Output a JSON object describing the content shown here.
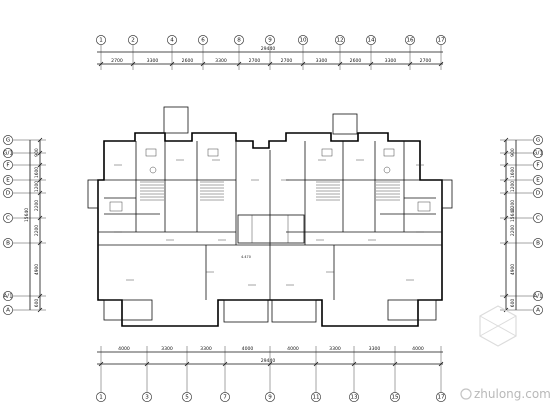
{
  "top_axes": [
    "1",
    "2",
    "4",
    "6",
    "8",
    "9",
    "10",
    "12",
    "14",
    "16",
    "17"
  ],
  "bottom_axes": [
    "1",
    "3",
    "5",
    "7",
    "9",
    "11",
    "13",
    "15",
    "17"
  ],
  "left_axes": [
    "G",
    "G/1",
    "F",
    "E",
    "D",
    "C",
    "B",
    "A/1",
    "A"
  ],
  "right_axes": [
    "G",
    "G/1",
    "F",
    "E",
    "D",
    "C",
    "B",
    "A/1",
    "A"
  ],
  "top_dims": [
    "2700",
    "3300",
    "2600",
    "3300",
    "2700",
    "2700",
    "3300",
    "2600",
    "3300",
    "2700"
  ],
  "top_total": "29440",
  "bottom_dims": [
    "4000",
    "3300",
    "3300",
    "4000",
    "4000",
    "3300",
    "3300",
    "4000"
  ],
  "bottom_total": "29440",
  "left_dims": [
    "900",
    "1600",
    "1200",
    "2200",
    "2200",
    "4900",
    "600"
  ],
  "left_total": "15640",
  "right_dims": [
    "900",
    "1600",
    "1200",
    "2200",
    "2200",
    "4900",
    "600"
  ],
  "right_total": "15640",
  "elevation": "4.470",
  "watermark": "zhulong.com"
}
